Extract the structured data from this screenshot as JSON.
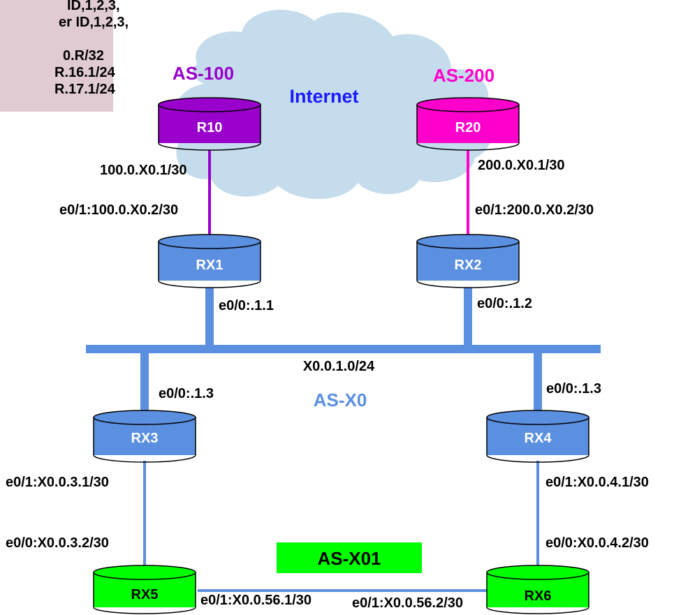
{
  "notes": {
    "lines": [
      "ID,1,2,3,",
      "er ID,1,2,3,",
      "",
      "0.R/32",
      "R.16.1/24",
      "R.17.1/24"
    ]
  },
  "cloud": {
    "label": "Internet"
  },
  "autonomous_systems": {
    "as100": "AS-100",
    "as200": "AS-200",
    "asx0": "AS-X0",
    "asx01": "AS-X01"
  },
  "routers": {
    "r10": "R10",
    "r20": "R20",
    "rx1": "RX1",
    "rx2": "RX2",
    "rx3": "RX3",
    "rx4": "RX4",
    "rx5": "RX5",
    "rx6": "RX6"
  },
  "interfaces": {
    "r10_link": "100.0.X0.1/30",
    "rx1_e01": "e0/1:100.0.X0.2/30",
    "r20_link": "200.0.X0.1/30",
    "rx2_e01": "e0/1:200.0.X0.2/30",
    "rx1_e00": "e0/0:.1.1",
    "rx2_e00": "e0/0:.1.2",
    "lan_subnet": "X0.0.1.0/24",
    "rx3_e00": "e0/0:.1.3",
    "rx4_e00": "e0/0:.1.3",
    "rx3_e01": "e0/1:X0.0.3.1/30",
    "rx4_e01": "e0/1:X0.0.4.1/30",
    "rx5_e00": "e0/0:X0.0.3.2/30",
    "rx6_e00": "e0/0:X0.0.4.2/30",
    "rx5_e01": "e0/1:X0.0.56.1/30",
    "rx6_e01": "e0/1:X0.0.56.2/30"
  },
  "colors": {
    "as100": "#9900cc",
    "as200": "#ff00cc",
    "asx0": "#5b8fe0",
    "asx01": "#00ff00",
    "internet": "#1a1aff",
    "cloud": "#c5dcec",
    "router_blue": "#5b8fe0",
    "router_green": "#00ff00",
    "router_purple": "#9900cc",
    "router_magenta": "#ff00cc",
    "link_blue": "#5b8fe0",
    "note_bg": "#e0cbd2"
  }
}
